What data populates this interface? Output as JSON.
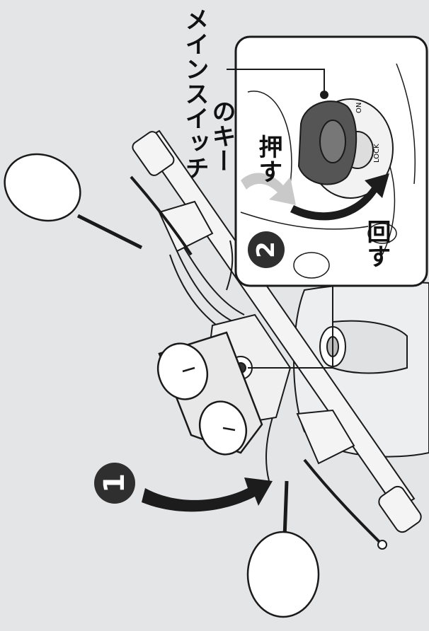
{
  "callouts": {
    "key_label_line1": "メインスイッチ",
    "key_label_line2": "のキー",
    "push_label": "押す",
    "turn_label": "回す"
  },
  "steps": {
    "step1_number": "1",
    "step2_number": "2"
  },
  "colors": {
    "background": "#e4e5e7",
    "outline": "#1a1a1a",
    "arrow": "#1c1c1c",
    "badge": "#2f2f2f",
    "inset_background": "#ffffff",
    "part_fill": "#ffffff"
  }
}
